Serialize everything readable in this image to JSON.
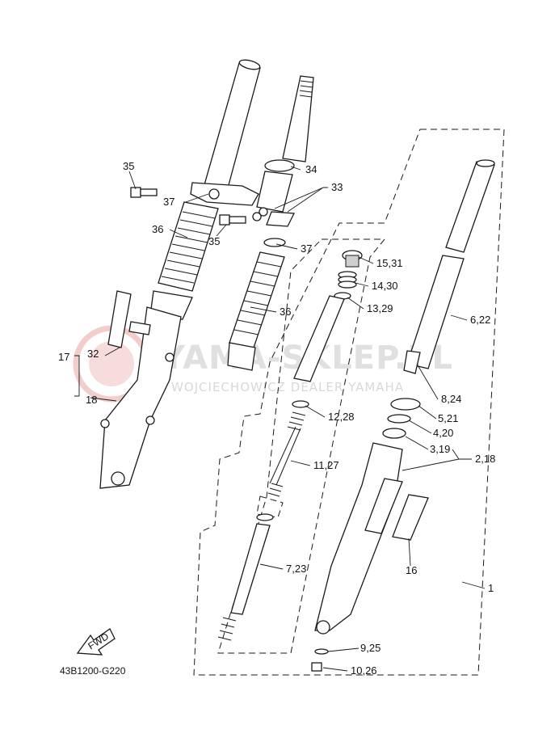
{
  "diagram_code": "43B1200-G220",
  "fwd_label": "FWD",
  "watermark": {
    "brand": "YAMA-SKLEP.PL",
    "subtitle": "WOJCIECHOWICZ DEALER YAMAHA"
  },
  "labels": [
    {
      "id": "35a",
      "text": "35"
    },
    {
      "id": "37a",
      "text": "37"
    },
    {
      "id": "36a",
      "text": "36"
    },
    {
      "id": "35b",
      "text": "35"
    },
    {
      "id": "34",
      "text": "34"
    },
    {
      "id": "33",
      "text": "33"
    },
    {
      "id": "37b",
      "text": "37"
    },
    {
      "id": "36b",
      "text": "36"
    },
    {
      "id": "32",
      "text": "32"
    },
    {
      "id": "17",
      "text": "17"
    },
    {
      "id": "18",
      "text": "18"
    },
    {
      "id": "15_31",
      "text": "15,31"
    },
    {
      "id": "14_30",
      "text": "14,30"
    },
    {
      "id": "13_29",
      "text": "13,29"
    },
    {
      "id": "6_22",
      "text": "6,22"
    },
    {
      "id": "12_28",
      "text": "12,28"
    },
    {
      "id": "8_24",
      "text": "8,24"
    },
    {
      "id": "5_21",
      "text": "5,21"
    },
    {
      "id": "4_20",
      "text": "4,20"
    },
    {
      "id": "3_19",
      "text": "3,19"
    },
    {
      "id": "2_18",
      "text": "2,18"
    },
    {
      "id": "11_27",
      "text": "11,27"
    },
    {
      "id": "16",
      "text": "16"
    },
    {
      "id": "7_23",
      "text": "7,23"
    },
    {
      "id": "1",
      "text": "1"
    },
    {
      "id": "9_25",
      "text": "9,25"
    },
    {
      "id": "10_26",
      "text": "10,26"
    }
  ]
}
